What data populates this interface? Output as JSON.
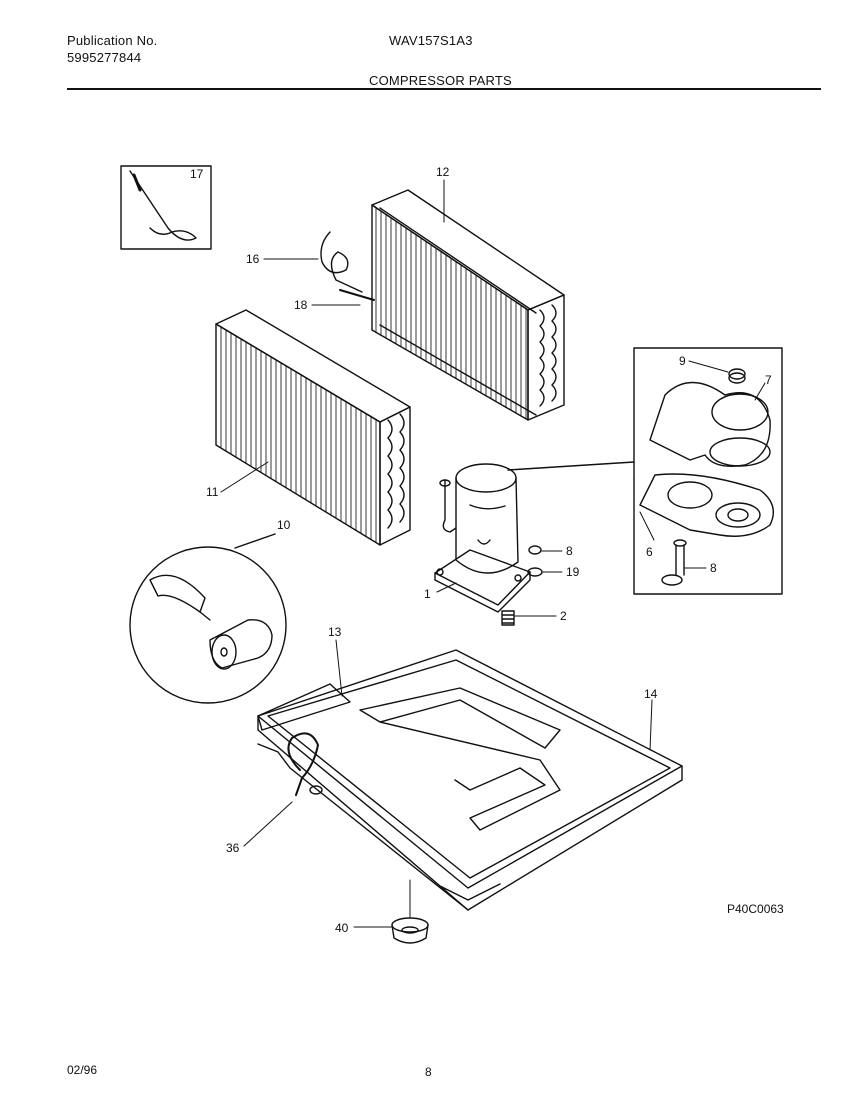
{
  "header": {
    "publication_label": "Publication No.",
    "publication_number": "5995277844",
    "model": "WAV157S1A3",
    "section_title": "COMPRESSOR PARTS"
  },
  "callouts": [
    "17",
    "12",
    "16",
    "18",
    "9",
    "7",
    "11",
    "10",
    "8",
    "19",
    "1",
    "2",
    "6",
    "8",
    "13",
    "14",
    "36",
    "40"
  ],
  "diagram_code": "P40C0063",
  "footer": {
    "date": "02/96",
    "page": "8"
  }
}
